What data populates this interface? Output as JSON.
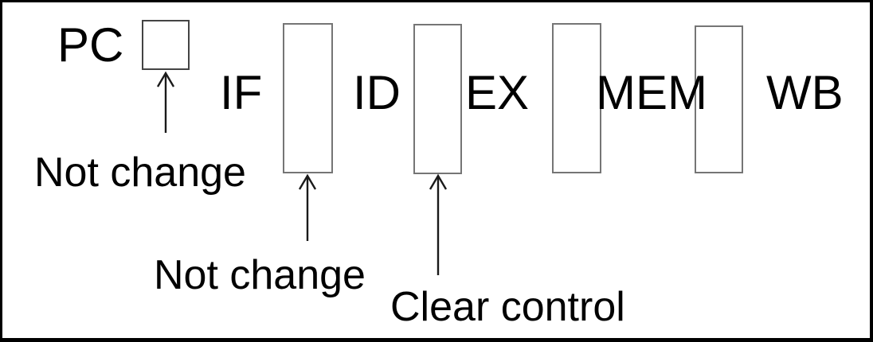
{
  "diagram": {
    "title_semantic": "pipeline-stall-flush-diagram",
    "pc_label": "PC",
    "stages": [
      {
        "label": "IF"
      },
      {
        "label": "ID"
      },
      {
        "label": "EX"
      },
      {
        "label": "MEM"
      },
      {
        "label": "WB"
      }
    ],
    "pipeline_registers": [
      {
        "name": "pc-register"
      },
      {
        "name": "if-id-register"
      },
      {
        "name": "id-ex-register"
      },
      {
        "name": "ex-mem-register"
      },
      {
        "name": "mem-wb-register"
      }
    ],
    "annotations": [
      {
        "label": "Not change"
      },
      {
        "label": "Not change"
      },
      {
        "label": "Clear control"
      }
    ],
    "colors": {
      "background": "#ffffff",
      "frame_border": "#000000",
      "register_border": "#757575",
      "pc_box_border": "#444444",
      "text": "#000000",
      "arrow": "#1a1a1a"
    }
  }
}
